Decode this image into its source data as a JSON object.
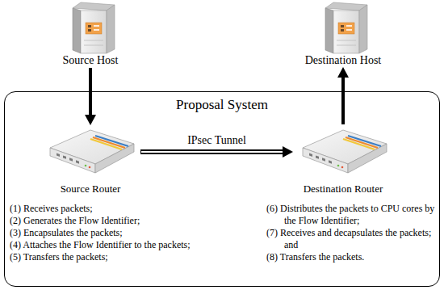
{
  "diagram": {
    "nodes": [
      {
        "text": [
          "Source Host"
        ]
      },
      {
        "text": [
          "Destination Host"
        ]
      },
      {
        "text": [
          "Proposal System"
        ]
      },
      {
        "text": [
          "Source Router"
        ],
        "in": 2
      },
      {
        "text": [
          "Destination Router"
        ],
        "in": 2
      }
    ],
    "edges": [
      {
        "from": 0,
        "to": 3,
        "arrow": "to"
      },
      {
        "from": 3,
        "to": 4,
        "label": "IPsec Tunnel",
        "arrow": "to"
      },
      {
        "from": 4,
        "to": 1,
        "arrow": "to"
      }
    ],
    "labels": [
      "(1) Receives packets;",
      "(2) Generates the Flow Identifier;",
      "(3) Encapsulates the packets;",
      "(4) Attaches the Flow Identifier to the packets;",
      "(5) Transfers the packets;",
      "(6) Distributes the packets to CPU cores by the Flow Identifier;",
      "(7) Receives and decapsulates the packets; and",
      "(8) Transfers the packets."
    ]
  }
}
